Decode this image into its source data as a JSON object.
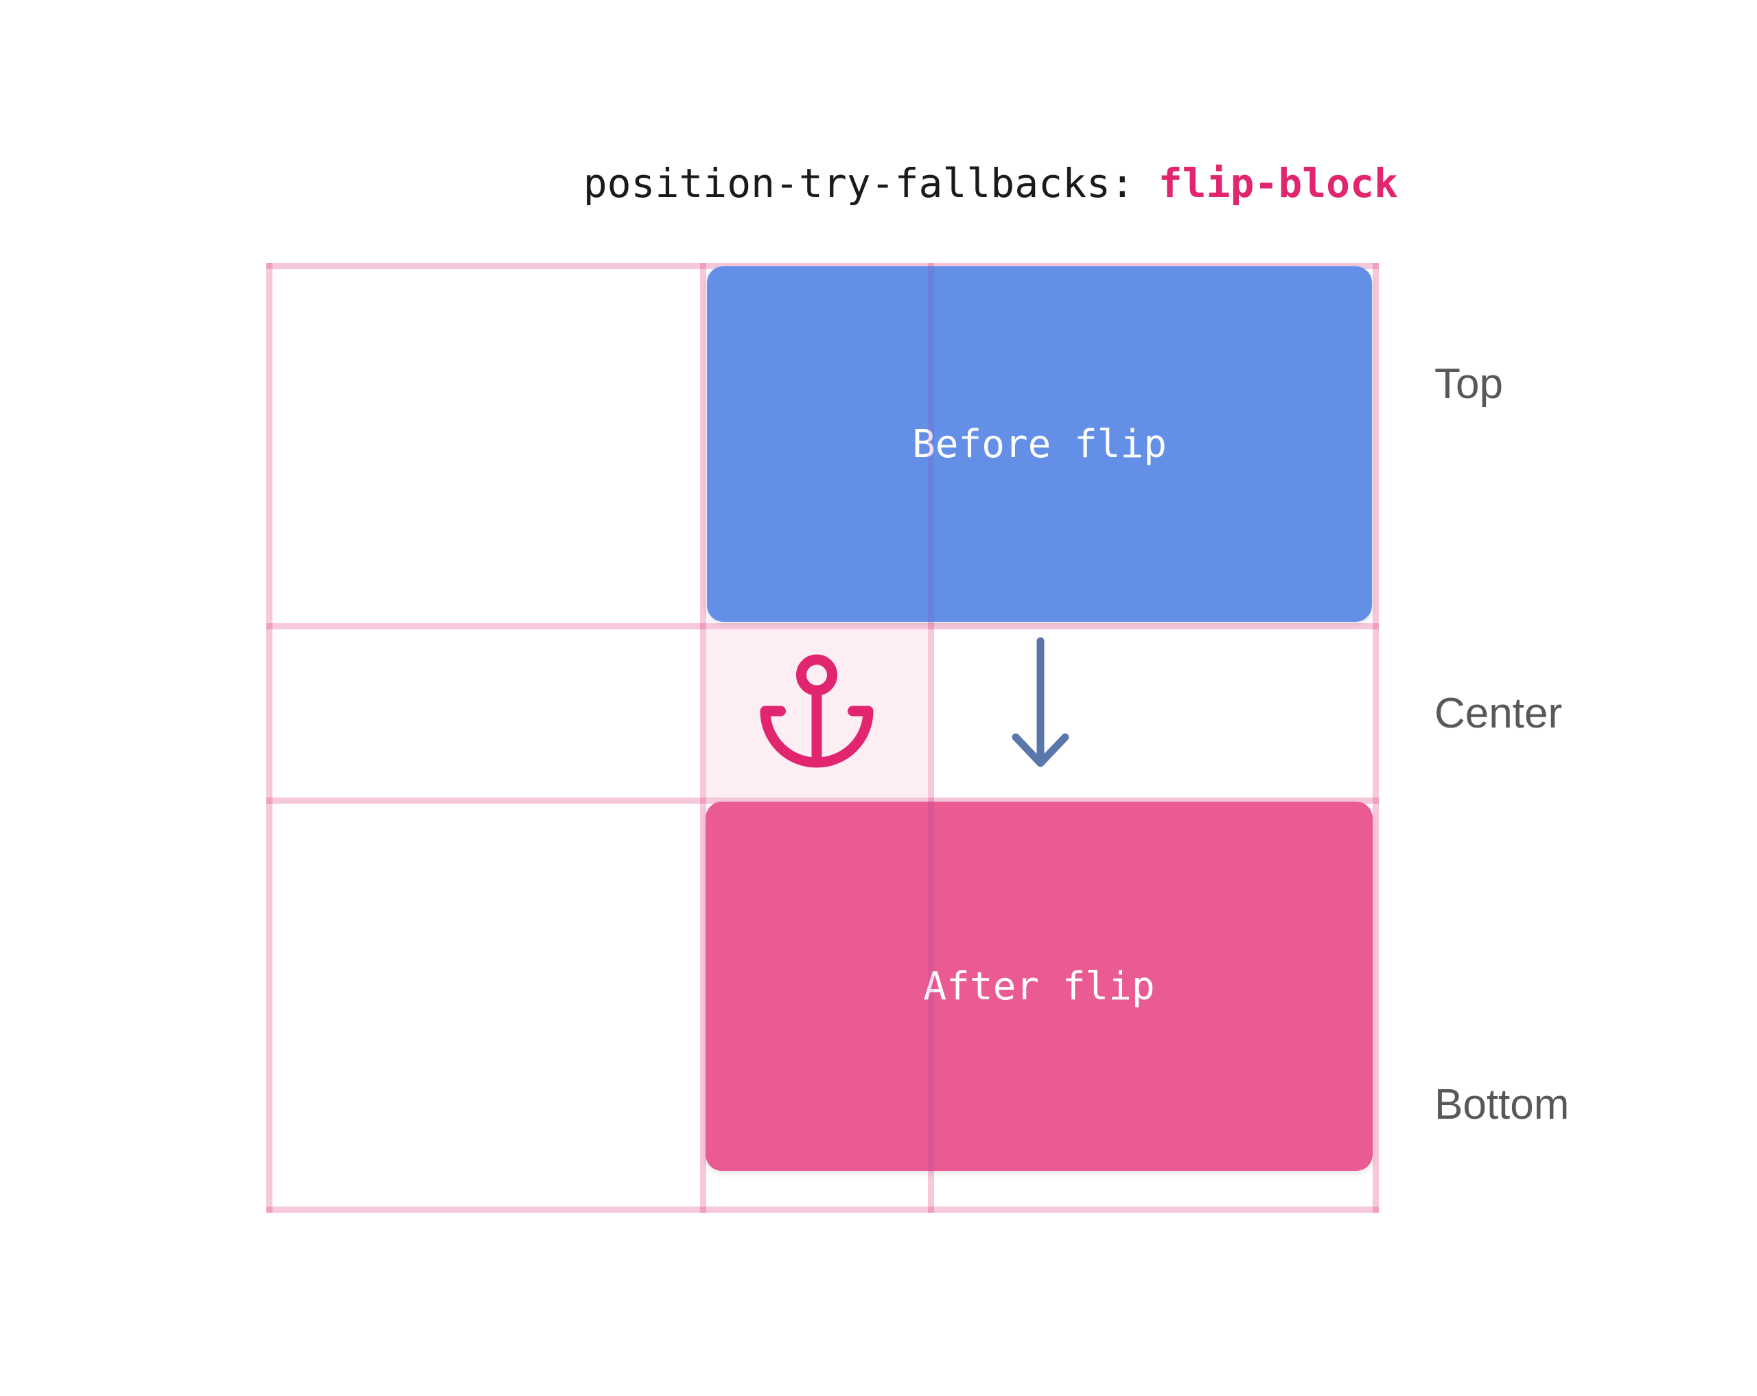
{
  "title": {
    "code_property": "position-try-fallbacks: ",
    "code_value": "flip-block"
  },
  "boxes": {
    "before": {
      "label": "Before flip"
    },
    "after": {
      "label": "After flip"
    }
  },
  "grid": {
    "row_labels": [
      "Top",
      "Center",
      "Bottom"
    ],
    "columns": 3,
    "rows": 3
  },
  "icons": {
    "anchor": "anchor-icon",
    "arrow": "arrow-down-icon"
  },
  "colors": {
    "accent-pink": "#E1256E",
    "box-blue": "#648FE7",
    "box-pink": "#E95B92",
    "arrow-blue": "#5A76AA",
    "label-gray": "#58585B",
    "grid-line-pink": "#F7C8DA",
    "anchor-cell-pink": "#FDEDF3"
  }
}
